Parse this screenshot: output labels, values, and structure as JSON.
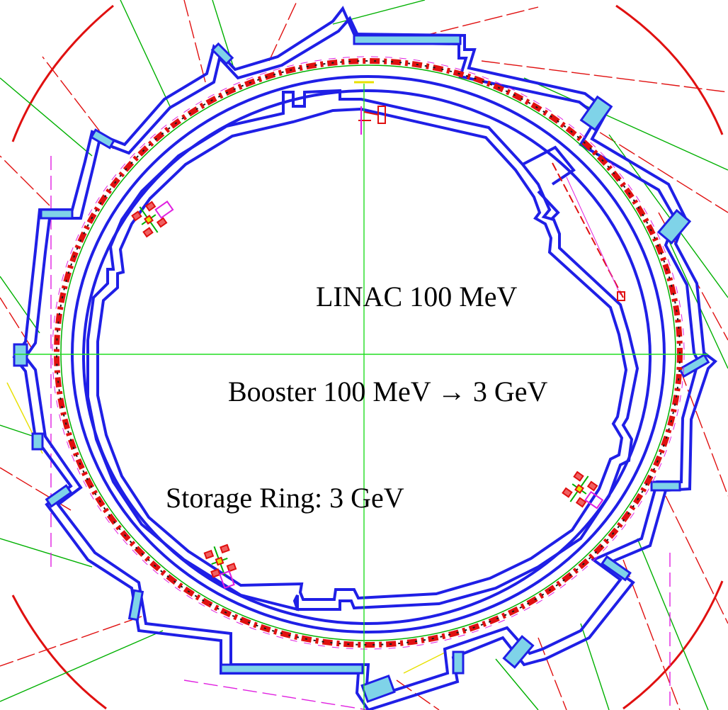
{
  "labels": {
    "linac": "LINAC 100 MeV",
    "booster": "Booster 100 MeV → 3 GeV",
    "storage_ring": "Storage Ring: 3 GeV"
  },
  "colors": {
    "wall": "#1f1fe6",
    "wall_fill": "#7fd3e8",
    "beamline": "#e01010",
    "green": "#00b000",
    "axis": "#22dd22",
    "magenta": "#e020e0",
    "yellow": "#e8e000",
    "text": "#000000"
  }
}
